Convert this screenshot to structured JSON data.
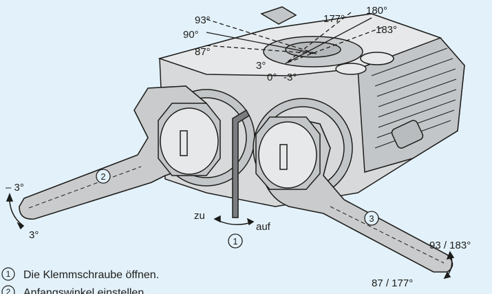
{
  "angles": {
    "a93": "93°",
    "a90": "90°",
    "a87": "87°",
    "a177": "177°",
    "a180": "180°",
    "a183": "183°",
    "a3pos": "3°",
    "a0": "0°",
    "a3neg": "-3°"
  },
  "left_wrench": {
    "number": "2",
    "label_top": "– 3°",
    "label_bottom": "3°"
  },
  "right_wrench": {
    "number": "3",
    "label_top": "93 / 183°",
    "label_bottom": "87 / 177°"
  },
  "allen_key": {
    "label_left": "zu",
    "label_right": "auf",
    "number": "1"
  },
  "steps": [
    {
      "number": "1",
      "text": "Die Klemmschraube öffnen."
    },
    {
      "number": "2",
      "text": "Anfangswinkel einstellen."
    }
  ],
  "colors": {
    "background": "#e3f1fa",
    "metal": "#d7d9da",
    "metal_dark": "#a9adaf",
    "wrench": "#c9cbcc",
    "stroke": "#1d1d1b"
  }
}
